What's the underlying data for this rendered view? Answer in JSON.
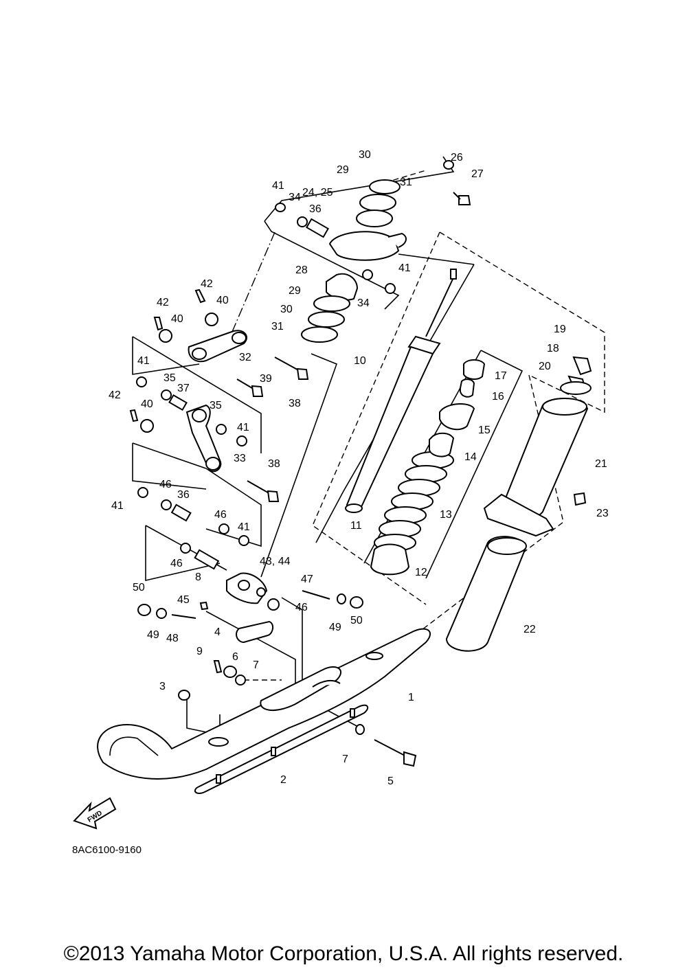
{
  "diagram": {
    "part_code": "8AC6100-9160",
    "fwd_label": "FWD",
    "copyright": "©2013 Yamaha Motor Corporation, U.S.A. All rights reserved.",
    "callouts": {
      "c30a": "30",
      "c31a": "31",
      "c29a": "29",
      "c26": "26",
      "c27": "27",
      "c41a": "41",
      "c34a": "34",
      "c2425": "24, 25",
      "c36a": "36",
      "c41b": "41",
      "c28": "28",
      "c34b": "34",
      "c29b": "29",
      "c30b": "30",
      "c31b": "31",
      "c42a": "42",
      "c40a": "40",
      "c42b": "42",
      "c40b": "40",
      "c32": "32",
      "c41c": "41",
      "c35a": "35",
      "c37": "37",
      "c39": "39",
      "c38a": "38",
      "c42c": "42",
      "c40c": "40",
      "c35b": "35",
      "c41d": "41",
      "c33": "33",
      "c38b": "38",
      "c10": "10",
      "c19": "19",
      "c18": "18",
      "c20": "20",
      "c17": "17",
      "c16": "16",
      "c15": "15",
      "c14": "14",
      "c13": "13",
      "c21": "21",
      "c23": "23",
      "c11": "11",
      "c12": "12",
      "c41e": "41",
      "c46a": "46",
      "c36b": "36",
      "c46b": "46",
      "c41f": "41",
      "c46c": "46",
      "c8": "8",
      "c4344": "43, 44",
      "c47": "47",
      "c50a": "50",
      "c45": "45",
      "c46d": "46",
      "c49a": "49",
      "c48": "48",
      "c49b": "49",
      "c50b": "50",
      "c4": "4",
      "c22": "22",
      "c9": "9",
      "c6": "6",
      "c7a": "7",
      "c1": "1",
      "c3": "3",
      "c7b": "7",
      "c2": "2",
      "c5": "5"
    }
  }
}
